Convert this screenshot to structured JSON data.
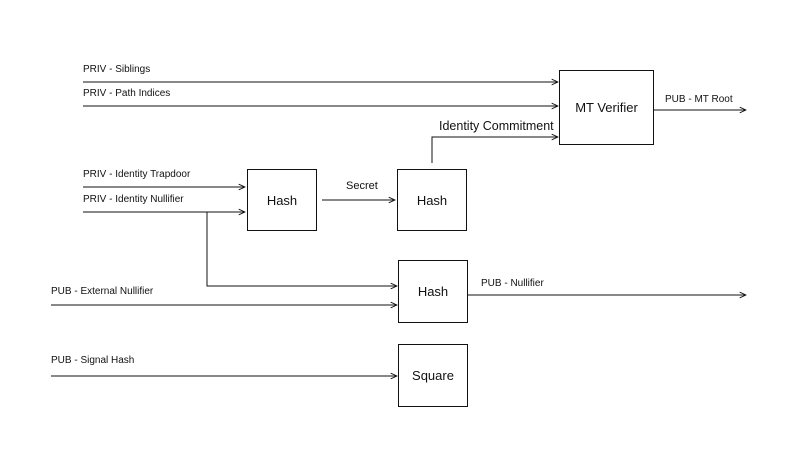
{
  "inputs": {
    "siblings": "PRIV - Siblings",
    "path_indices": "PRIV - Path Indices",
    "identity_trapdoor": "PRIV - Identity Trapdoor",
    "identity_nullifier": "PRIV - Identity Nullifier",
    "external_nullifier": "PUB - External Nullifier",
    "signal_hash": "PUB - Signal Hash"
  },
  "boxes": {
    "mt_verifier": "MT Verifier",
    "hash_1": "Hash",
    "hash_2": "Hash",
    "hash_3": "Hash",
    "square": "Square"
  },
  "edges": {
    "secret": "Secret",
    "identity_commitment": "Identity Commitment"
  },
  "outputs": {
    "mt_root": "PUB - MT Root",
    "nullifier": "PUB - Nullifier"
  }
}
